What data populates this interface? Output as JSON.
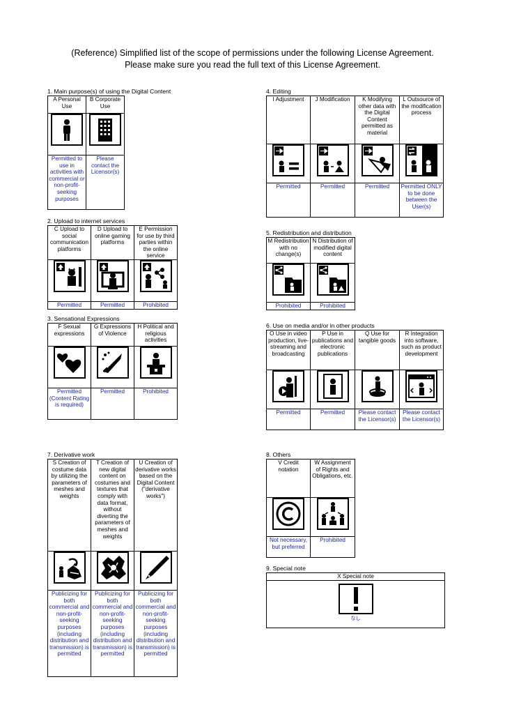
{
  "title_line1": "(Reference) Simplified list of the scope of permissions under the following License Agreement.",
  "title_line2": "Please make sure you read the full text of this License Agreement.",
  "s1": {
    "title": "1. Main purpose(s) of using the Digital Content",
    "labels": [
      "A Personal Use",
      "B Corporate Use"
    ],
    "icons": [
      "person-icon",
      "building-icon"
    ],
    "perms": [
      "Permitted to use in activities with commercial or non-profit-seeking purposes",
      "Please contact the Licensor(s)"
    ]
  },
  "s2": {
    "title": "2. Upload to internet services",
    "labels": [
      "C Upload to social communication platforms",
      "D Upload to online gaming platforms",
      "E Permission for use by third parties within the online service"
    ],
    "icons": [
      "upload-social-icon",
      "upload-gaming-icon",
      "third-party-share-icon"
    ],
    "perms": [
      "Permitted",
      "Permitted",
      "Prohibited"
    ]
  },
  "s3": {
    "title": "3. Sensational Expressions",
    "labels": [
      "F Sexual expressions",
      "G Expressions of Violence",
      "H Political and religious activities"
    ],
    "icons": [
      "hearts-icon",
      "knife-icon",
      "podium-icon"
    ],
    "perms": [
      "Permitted (Content Rating is required)",
      "Permitted",
      "Prohibited"
    ]
  },
  "s4": {
    "title": "4. Editing",
    "labels": [
      "I Adjustment",
      "J Modification",
      "K Modifying other data with the Digital Content permitted as material",
      "L Outsource of the modification process"
    ],
    "icons": [
      "adjustment-icon",
      "modification-icon",
      "material-modify-icon",
      "outsource-icon"
    ],
    "perms": [
      "Permitted",
      "Permitted",
      "Permitted",
      "Permitted ONLY to be done between the User(s)"
    ]
  },
  "s5": {
    "title": "5. Redistribution and distribution",
    "labels": [
      "M Redistribution with no change(s)",
      "N Distribution of modified digital content"
    ],
    "icons": [
      "redistribution-icon",
      "distribution-modified-icon"
    ],
    "perms": [
      "Prohibited",
      "Prohibited"
    ]
  },
  "s6": {
    "title": "6. Use on media and/or in other products",
    "labels": [
      "O Use in video production, live-streaming and broadcasting",
      "P Use in publications and electronic publications",
      "Q Use for tangible goods",
      "R Integration into software, such as product development"
    ],
    "icons": [
      "video-icon",
      "publication-icon",
      "figure-goods-icon",
      "software-icon"
    ],
    "perms": [
      "Permitted",
      "Permitted",
      "Please contact the Licensor(s)",
      "Please contact the Licensor(s)"
    ]
  },
  "s7": {
    "title": "7. Derivative work",
    "labels": [
      "S Creation of costume data by utilizing the parameters of meshes and weights",
      "T Creation of new digital content on costumes and textures that comply with data format, without diverting the parameters of meshes and weights",
      "U Creation of derivative works based on the Digital Content (\"derivative works\")"
    ],
    "icons": [
      "costume-icon",
      "texture-icon",
      "pen-icon"
    ],
    "perms": [
      "Publicizing for both commercial and non-profit-seeking purposes (including distribution and transmission) is permitted",
      "Publicizing for both commercial and non-profit-seeking purposes (including distribution and transmission) is permitted",
      "Publicizing for both commercial and non-profit-seeking purposes (including distribution and transmission) is permitted"
    ]
  },
  "s8": {
    "title": "8. Others",
    "labels": [
      "V Credit notation",
      "W Assignment of Rights and Obligations, etc."
    ],
    "icons": [
      "copyright-icon",
      "assignment-icon"
    ],
    "perms": [
      "Not necessary, but preferred",
      "Prohibited"
    ]
  },
  "s9": {
    "title": "9. Special note",
    "label": "X Special note",
    "icon": "exclamation-icon",
    "body": "なし"
  }
}
